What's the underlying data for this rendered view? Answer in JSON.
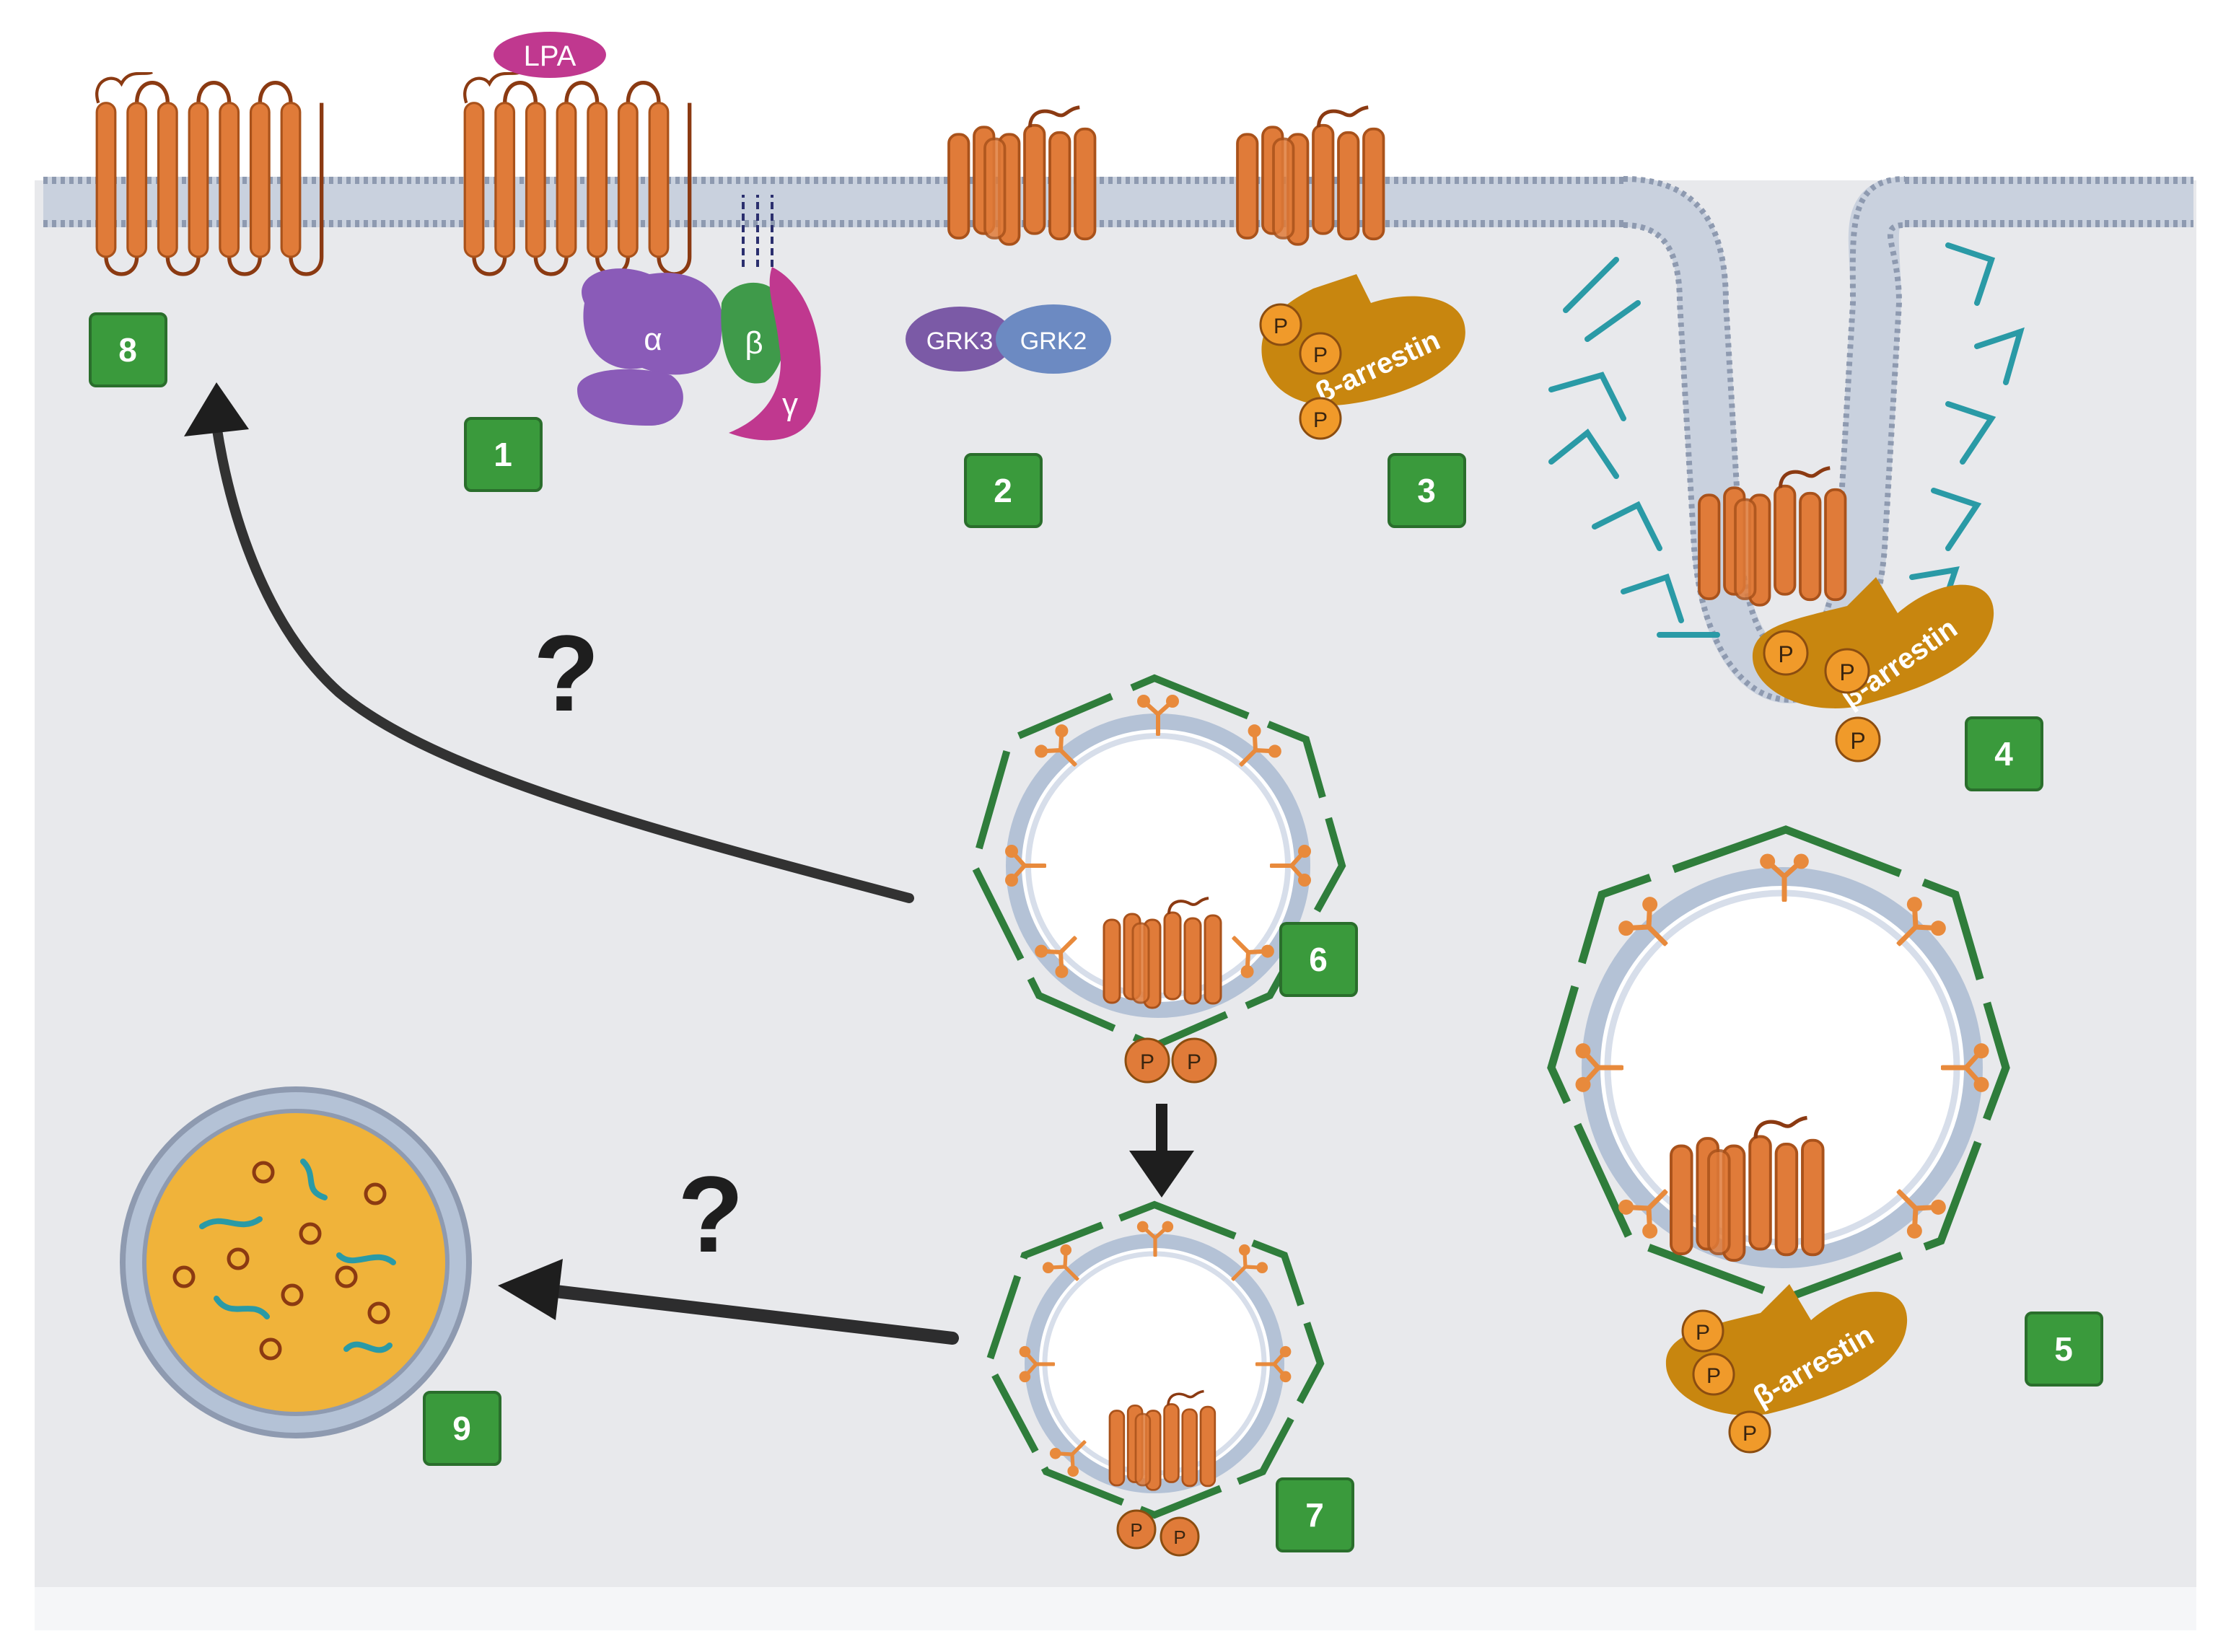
{
  "ligand": "LPA",
  "g_protein": {
    "alpha": "α",
    "beta": "β",
    "gamma": "γ"
  },
  "kinases": [
    "GRK3",
    "GRK2"
  ],
  "arrestin": "β-arrestin",
  "phospho": "P",
  "question": "?",
  "steps": [
    "1",
    "2",
    "3",
    "4",
    "5",
    "6",
    "7",
    "8",
    "9"
  ],
  "colors": {
    "receptor": "#e07b39",
    "arrestin": "#c8860f",
    "clathrin": "#2a9aa6",
    "coat": "#2f7d3b",
    "step_box": "#3a9a3c",
    "lysosome": "#f0b33a",
    "membrane": "#b4c2d6"
  }
}
